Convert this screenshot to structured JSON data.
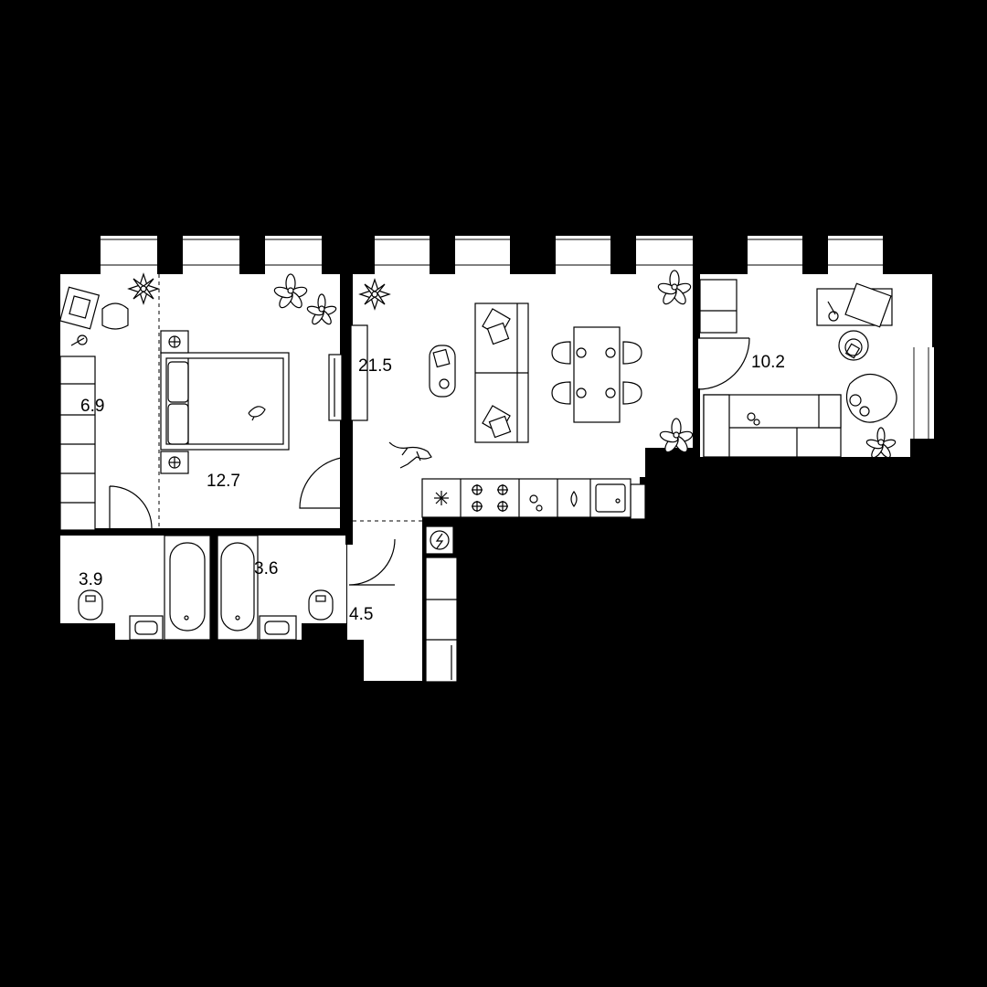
{
  "plan": {
    "rooms": [
      {
        "id": "wardrobe",
        "area": "6.9"
      },
      {
        "id": "bedroom",
        "area": "12.7"
      },
      {
        "id": "living_kitchen",
        "area": "21.5"
      },
      {
        "id": "study",
        "area": "10.2"
      },
      {
        "id": "bathroom_1",
        "area": "3.9"
      },
      {
        "id": "bathroom_2",
        "area": "3.6"
      },
      {
        "id": "hallway",
        "area": "4.5"
      }
    ],
    "colors": {
      "wall": "#000000",
      "floor": "#ffffff",
      "line": "#000000"
    },
    "icons": [
      "flower-icon",
      "bed-icon",
      "sofa-icon",
      "table-icon",
      "chair-icon",
      "bathtub-icon",
      "toilet-icon",
      "sink-icon",
      "stove-icon",
      "fridge-icon",
      "armchair-icon",
      "desk-icon",
      "cat-icon",
      "dog-icon"
    ]
  }
}
